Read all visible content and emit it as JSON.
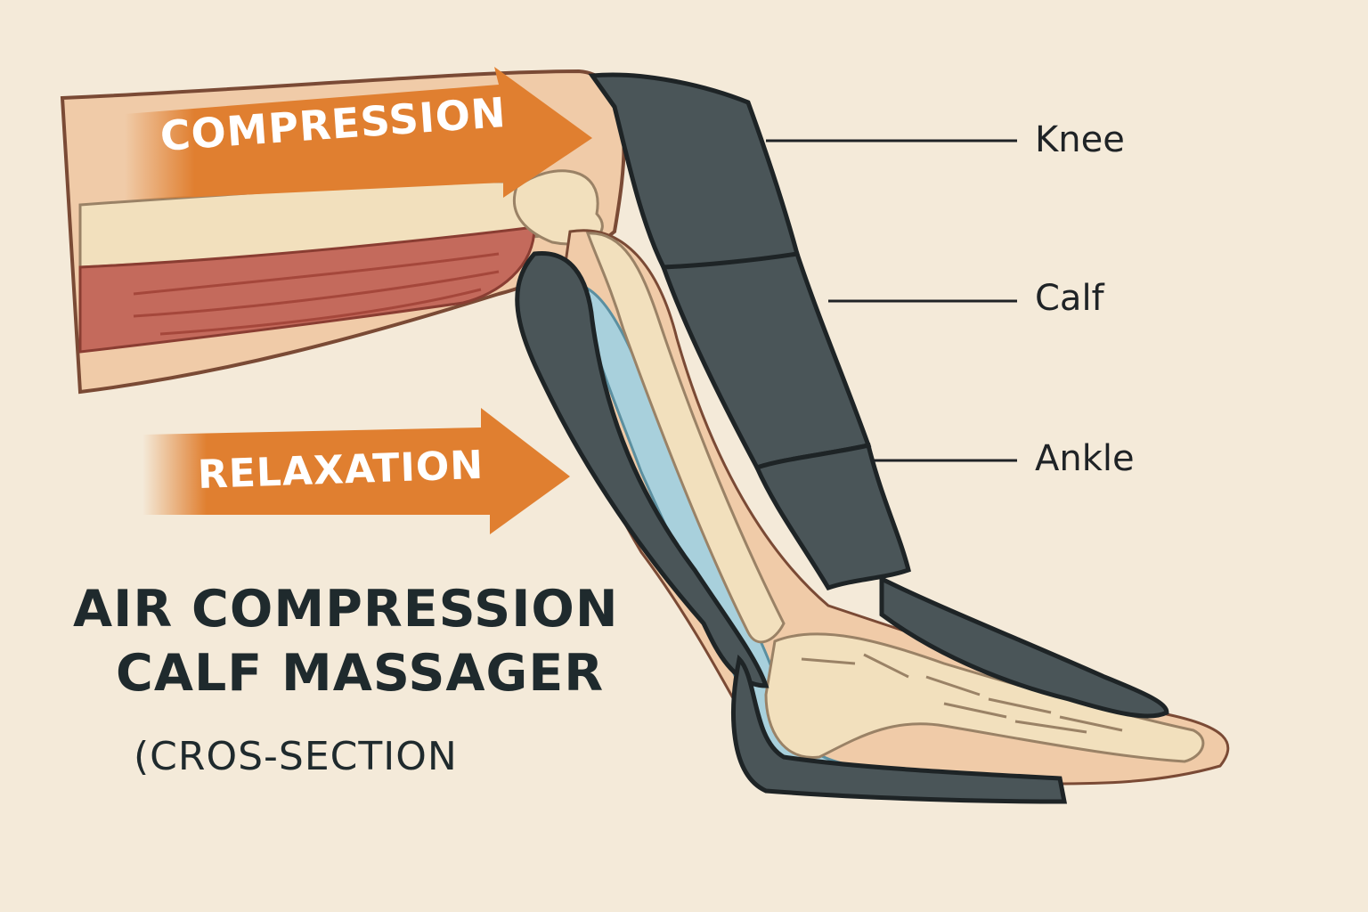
{
  "diagram": {
    "arrows": {
      "compression": "COMPRESSION",
      "relaxation": "RELAXATION"
    },
    "callouts": {
      "knee": "Knee",
      "calf": "Calf",
      "ankle": "Ankle"
    },
    "title": {
      "line1": "AIR COMPRESSION",
      "line2": "CALF MASSAGER",
      "line3": "(CROS-SECTION"
    }
  },
  "colors": {
    "background": "#f4ead9",
    "arrow": "#e07f30",
    "sleeve": "#4a5558",
    "skin": "#f0cba8",
    "bone": "#f2e0bd",
    "muscle": "#c46a5c",
    "air_chamber": "#a8d0dc"
  }
}
